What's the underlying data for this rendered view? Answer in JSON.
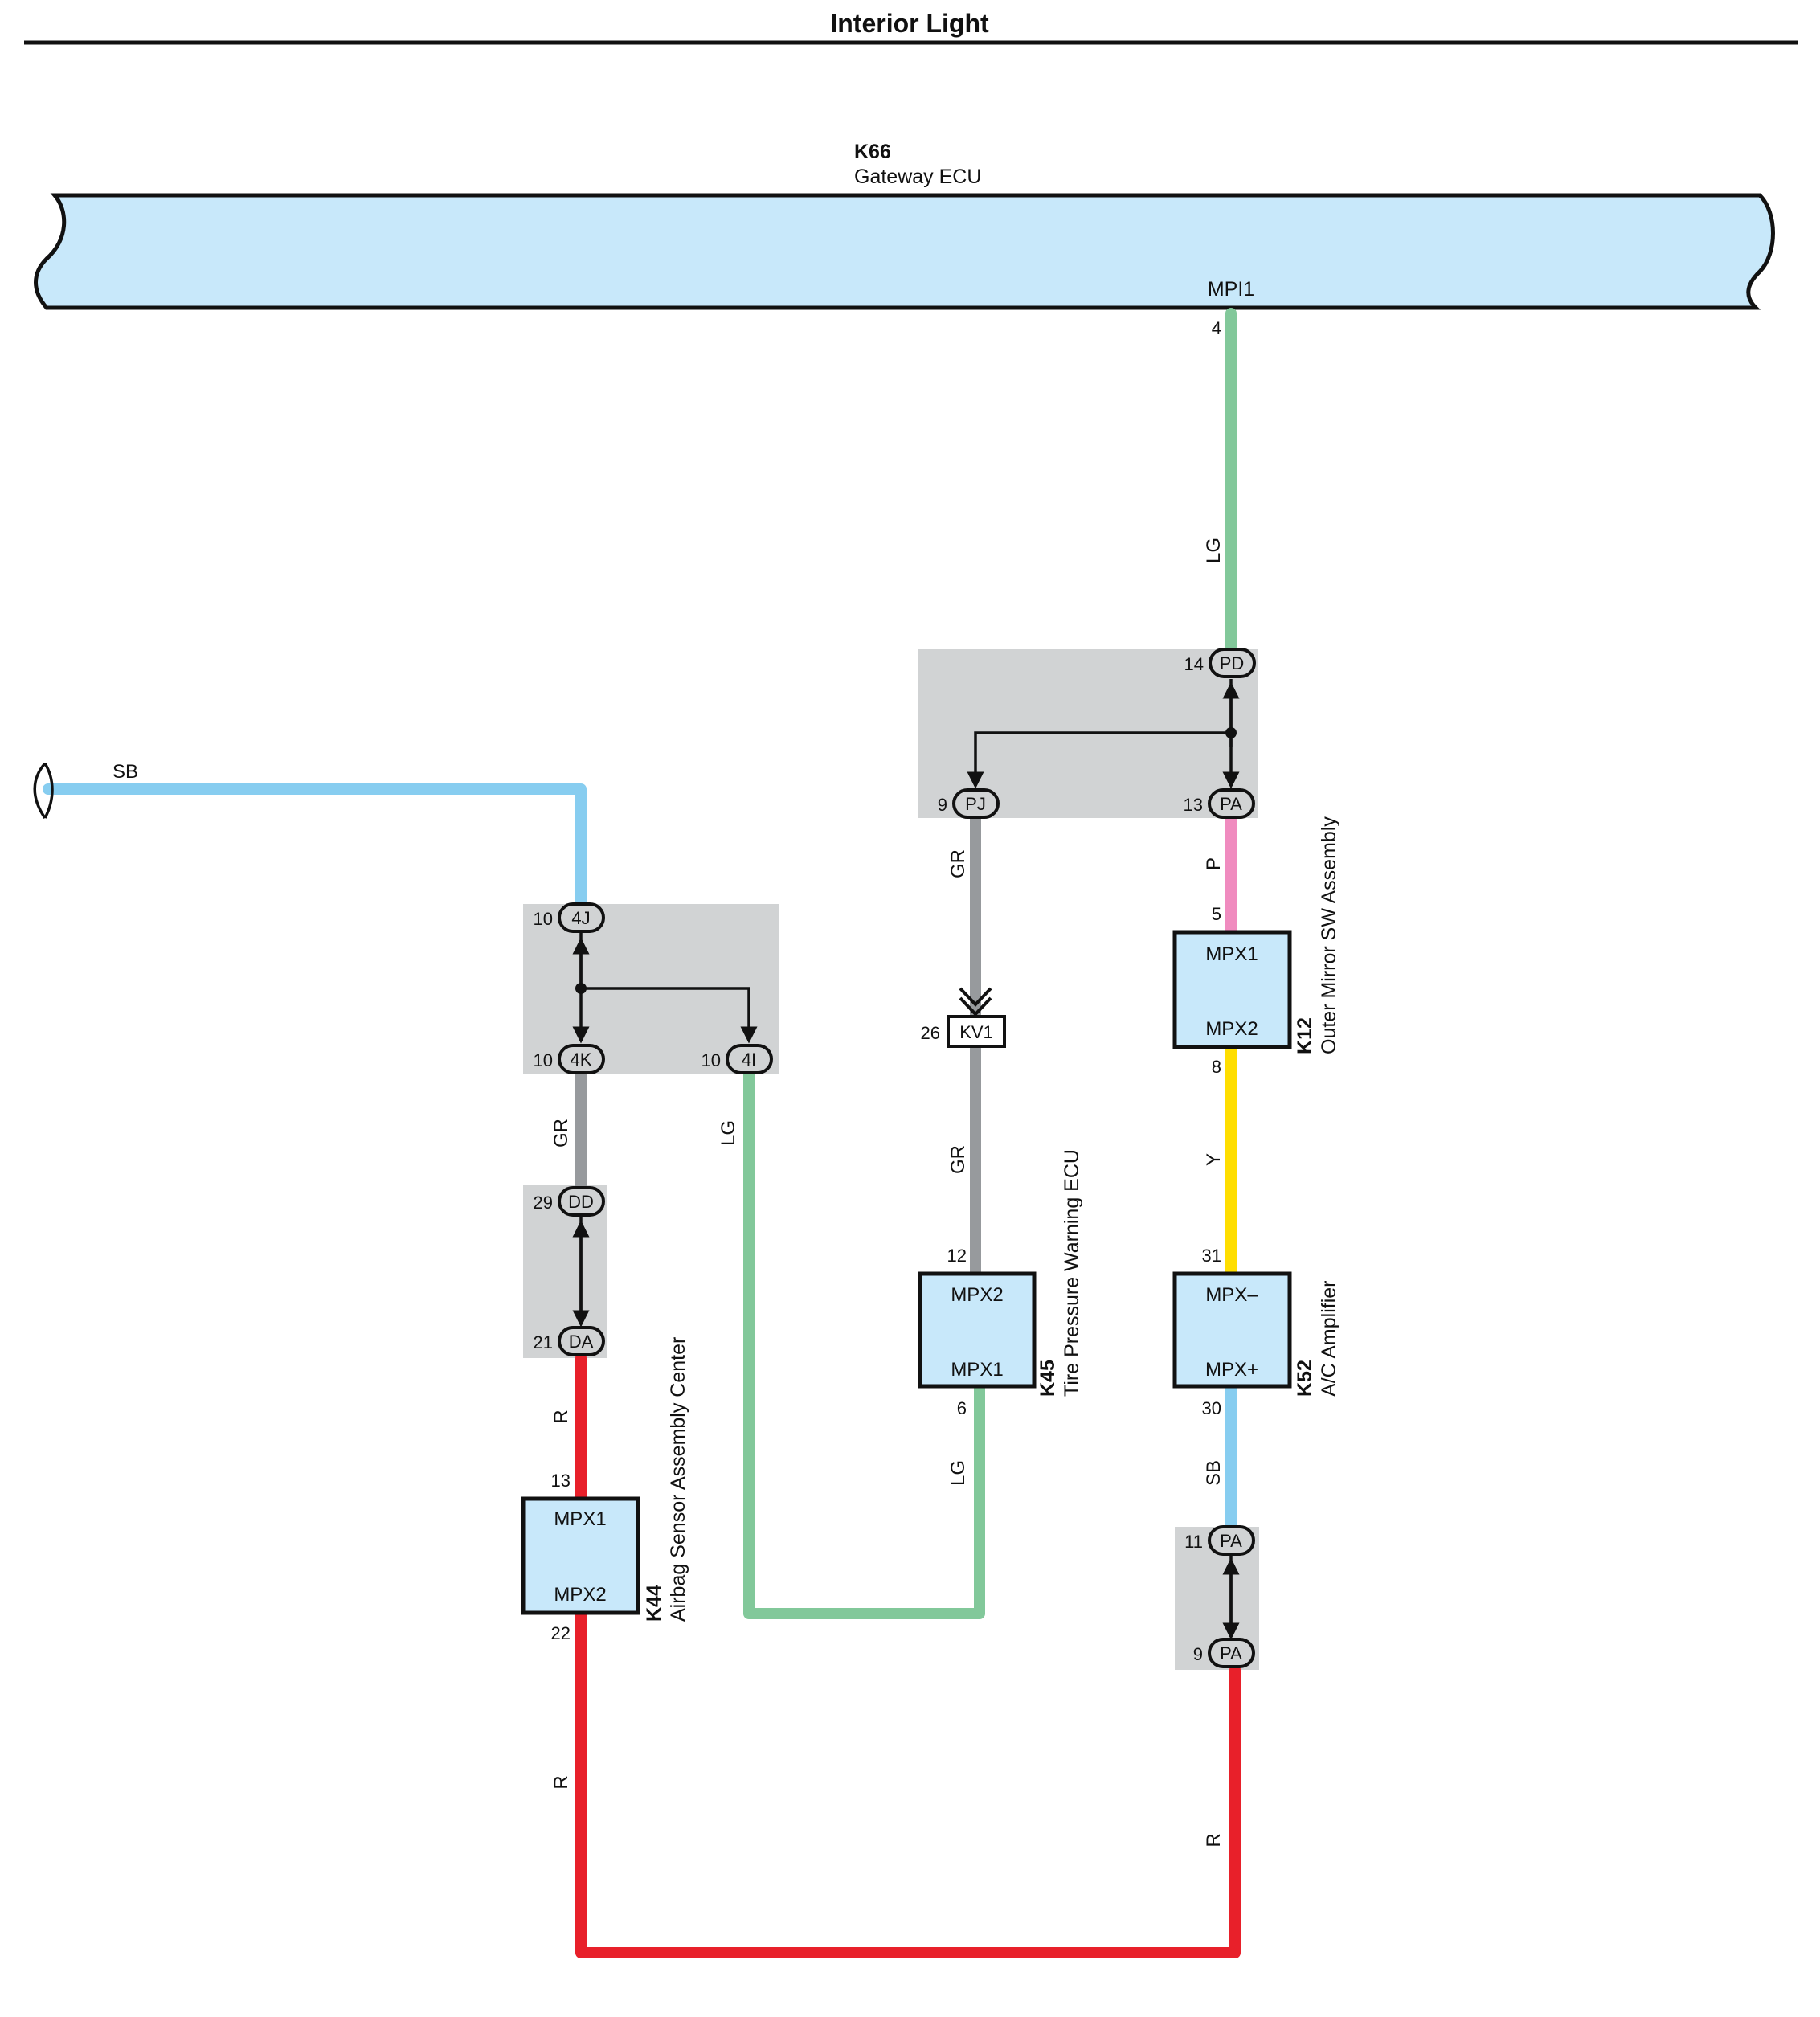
{
  "title": "Interior Light",
  "colors": {
    "LG": "#82c89a",
    "GR": "#979a9d",
    "P": "#f08bbf",
    "Y": "#ffde00",
    "SB": "#87cdf0",
    "R": "#e8202a",
    "module_fill": "#c8e8fa",
    "junction_fill": "#d1d3d4"
  },
  "gateway": {
    "id": "K66",
    "name": "Gateway ECU",
    "port": "MPI1",
    "pin": "4"
  },
  "wire_labels": {
    "lg_top": "LG",
    "p_pa_k12": "P",
    "y_k12_k52": "Y",
    "sb_k52": "SB",
    "r_right": "R",
    "gr_pj": "GR",
    "gr_kv1": "GR",
    "lg_k45": "LG",
    "sb_left": "SB",
    "gr_4k": "GR",
    "lg_4i": "LG",
    "r_da": "R",
    "r_k44": "R"
  },
  "connectors": {
    "pd": {
      "pin": "14",
      "label": "PD"
    },
    "pj": {
      "pin": "9",
      "label": "PJ"
    },
    "pa_top": {
      "pin": "13",
      "label": "PA"
    },
    "j4": {
      "pin": "10",
      "label": "4J"
    },
    "k4": {
      "pin": "10",
      "label": "4K"
    },
    "i4": {
      "pin": "10",
      "label": "4I"
    },
    "dd": {
      "pin": "29",
      "label": "DD"
    },
    "da": {
      "pin": "21",
      "label": "DA"
    },
    "kv1": {
      "pin": "26",
      "label": "KV1"
    },
    "pa11": {
      "pin": "11",
      "label": "PA"
    },
    "pa9": {
      "pin": "9",
      "label": "PA"
    }
  },
  "modules": {
    "k12": {
      "id": "K12",
      "name": "Outer Mirror SW Assembly",
      "top": "MPX1",
      "bottom": "MPX2",
      "pin_top": "5",
      "pin_bottom": "8"
    },
    "k52": {
      "id": "K52",
      "name": "A/C Amplifier",
      "top": "MPX–",
      "bottom": "MPX+",
      "pin_top": "31",
      "pin_bottom": "30"
    },
    "k45": {
      "id": "K45",
      "name": "Tire Pressure Warning ECU",
      "top": "MPX2",
      "bottom": "MPX1",
      "pin_top": "12",
      "pin_bottom": "6"
    },
    "k44": {
      "id": "K44",
      "name": "Airbag Sensor Assembly Center",
      "top": "MPX1",
      "bottom": "MPX2",
      "pin_top": "13",
      "pin_bottom": "22"
    }
  }
}
